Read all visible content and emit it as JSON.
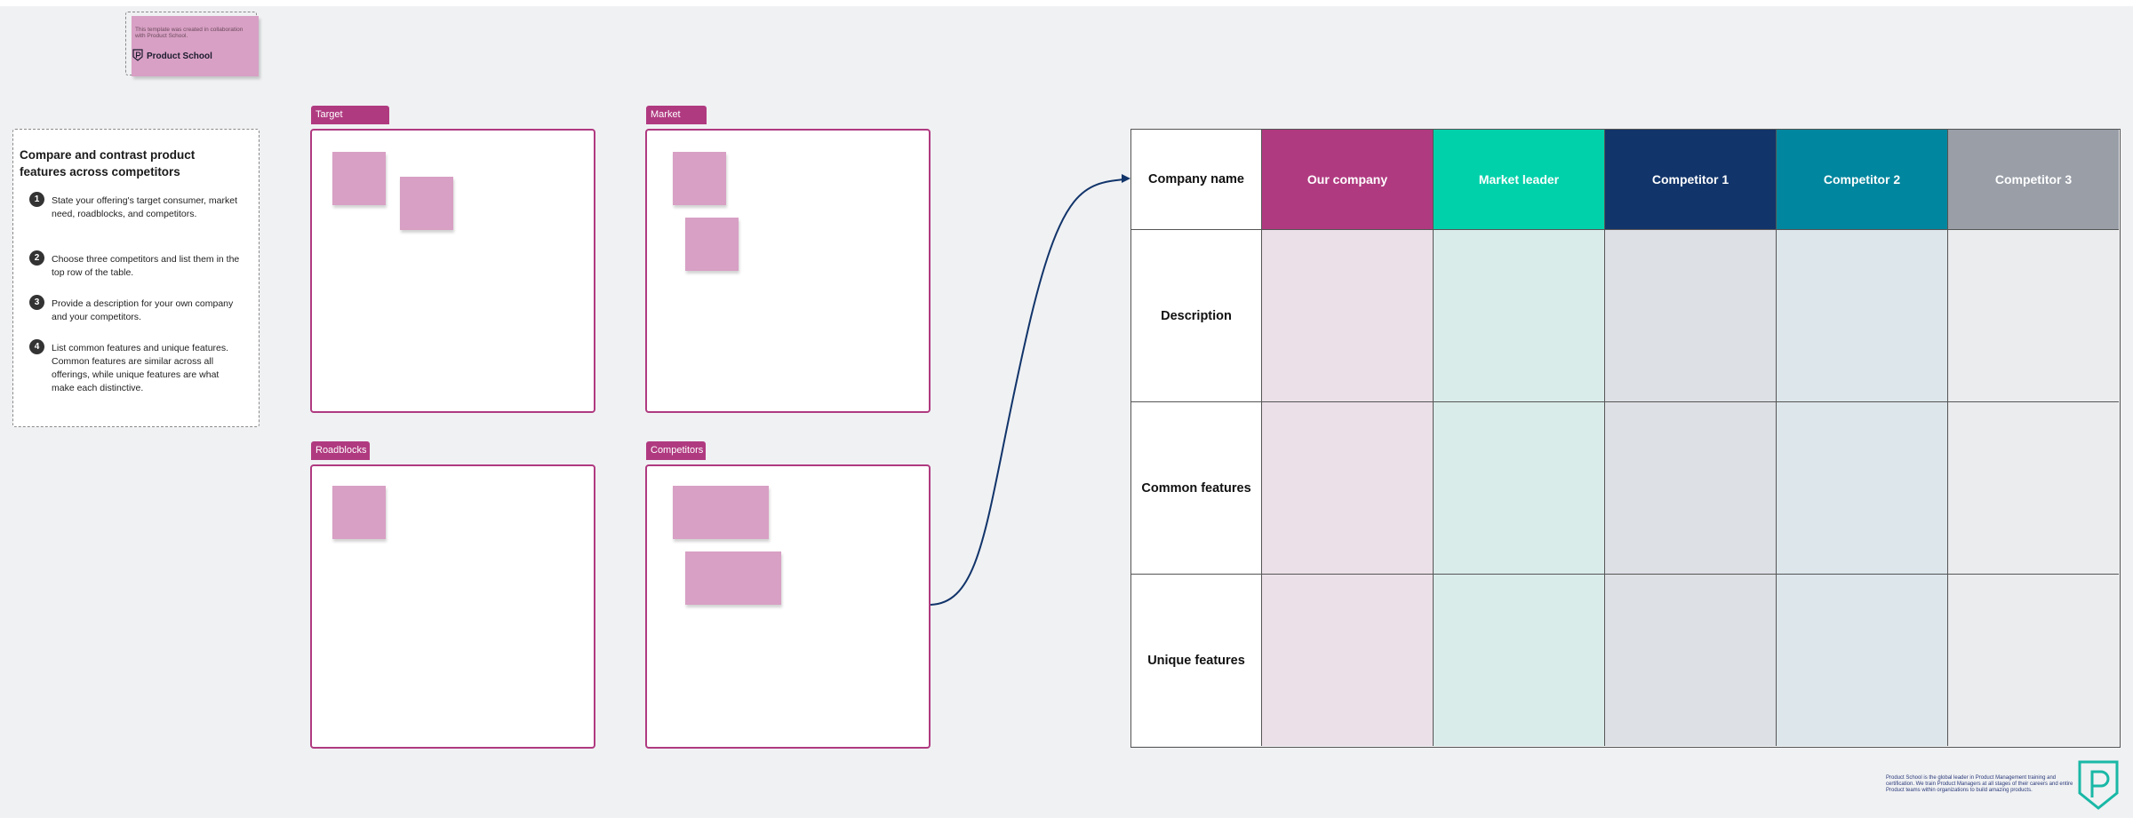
{
  "credit": {
    "text": "This template was created in collaboration with Product School.",
    "brand": "Product School"
  },
  "instructions": {
    "title": "Compare and contrast product features across competitors",
    "steps": [
      {
        "num": "1",
        "text": "State your offering's target consumer, market need, roadblocks, and competitors."
      },
      {
        "num": "2",
        "text": "Choose three competitors and list them in the top row of the table."
      },
      {
        "num": "3",
        "text": "Provide a description for your own company and your competitors."
      },
      {
        "num": "4",
        "text": "List common features and unique features. Common features are similar across all offerings, while unique features are what make each distinctive."
      }
    ]
  },
  "frames": {
    "target": "Target",
    "market": "Market",
    "roadblocks": "Roadblocks",
    "competitors": "Competitors"
  },
  "table": {
    "corner_label": "Company name",
    "columns": [
      {
        "label": "Our company",
        "header_color": "#b03a80",
        "body_color": "#ebe0e8"
      },
      {
        "label": "Market leader",
        "header_color": "#00d1aa",
        "body_color": "#d9ecea"
      },
      {
        "label": "Competitor 1",
        "header_color": "#11346a",
        "body_color": "#dde0e5"
      },
      {
        "label": "Competitor 2",
        "header_color": "#00869e",
        "body_color": "#dce6eb"
      },
      {
        "label": "Competitor 3",
        "header_color": "#999ea7",
        "body_color": "#ebecee"
      }
    ],
    "rows": [
      "Description",
      "Common features",
      "Unique features"
    ]
  },
  "footer": {
    "text": "Product School is the global leader in Product Management training and certification. We train Product Managers at all stages of their careers and entire Product teams within organizations to build amazing products."
  },
  "colors": {
    "accent": "#b03a80",
    "sticky": "#d8a0c4",
    "connector": "#11346a",
    "logo_teal": "#19b8a6"
  }
}
